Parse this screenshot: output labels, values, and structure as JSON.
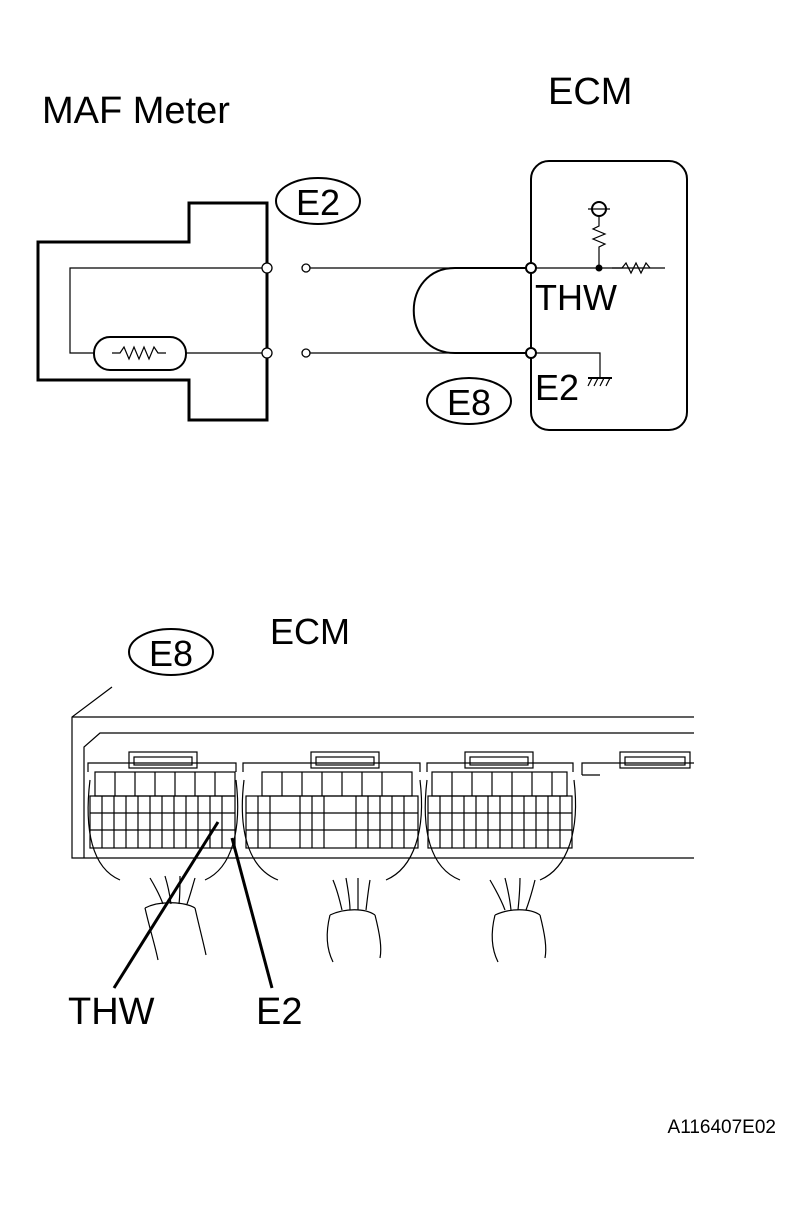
{
  "schematic": {
    "maf_label": "MAF Meter",
    "ecm_label": "ECM",
    "maf_connector": "E2",
    "ecm_connector": "E8",
    "thw_terminal": "THW",
    "e2_terminal": "E2"
  },
  "connector_view": {
    "connector_id": "E8",
    "ecm_label": "ECM",
    "thw_pointer": "THW",
    "e2_pointer": "E2"
  },
  "figure_code": "A116407E02"
}
